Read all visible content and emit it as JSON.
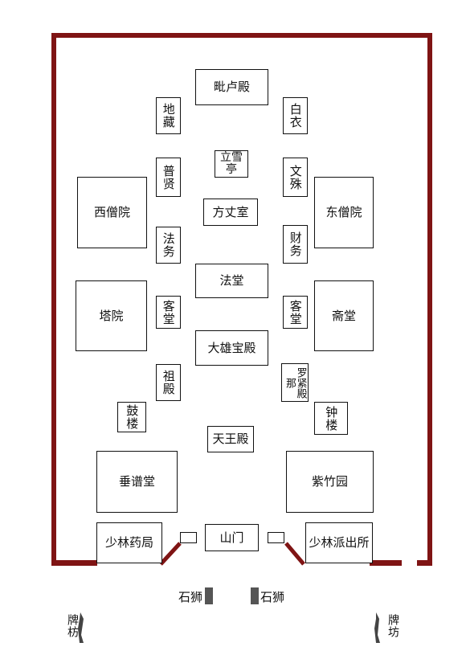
{
  "buildings": {
    "pilu": "毗卢殿",
    "dizang": "地藏",
    "baiyi": "白衣",
    "lixue": "立雪亭",
    "puxian": "普贤",
    "wenshu": "文殊",
    "xiseng": "西僧院",
    "dongseng": "东僧院",
    "fangzhang": "方丈室",
    "fawu": "法务",
    "caiwu": "财务",
    "fatang": "法堂",
    "tayuan": "塔院",
    "ketang_w": "客堂",
    "ketang_e": "客堂",
    "zhaitang": "斋堂",
    "daxiong": "大雄宝殿",
    "zudian": "祖殿",
    "luojin": "罗紧殿那",
    "gulou": "鼓楼",
    "zhonglou": "钟楼",
    "tianwang": "天王殿",
    "chuipu": "垂谱堂",
    "zizhu": "紫竹园",
    "yaoju": "少林药局",
    "shanmen": "山门",
    "paichusuo": "少林派出所"
  },
  "outside": {
    "shishi_left": "石狮",
    "shishi_right": "石狮",
    "paifang_left": "牌枋",
    "paifang_right": "牌坊"
  },
  "colors": {
    "wall": "#7f1414",
    "stone": "#555555"
  }
}
